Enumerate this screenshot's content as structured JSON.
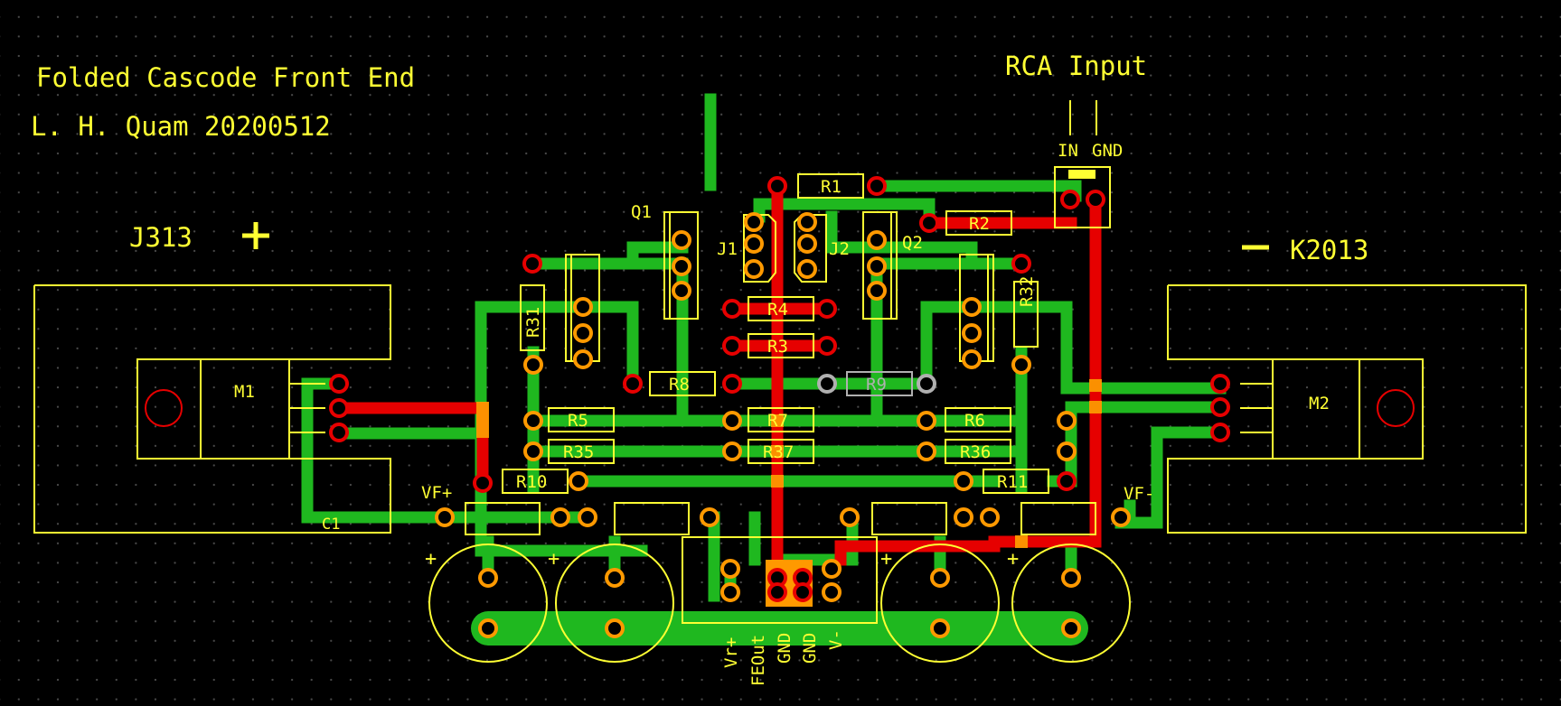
{
  "board": {
    "title": "Folded Cascode Front End",
    "author": "L. H. Quam 20200512",
    "input_label": "RCA Input",
    "input_pins": [
      "IN",
      "GND"
    ],
    "left_device": "J313",
    "right_device": "K2013",
    "plus_sign": "+",
    "minus_sign": "−"
  },
  "parts": {
    "mosfets": [
      "M1",
      "M2"
    ],
    "transistors": [
      "Q1",
      "Q2"
    ],
    "jfets": [
      "J1",
      "J2"
    ],
    "resistors": [
      "R1",
      "R2",
      "R3",
      "R4",
      "R5",
      "R6",
      "R7",
      "R8",
      "R9",
      "R10",
      "R11",
      "R31",
      "R32",
      "R35",
      "R36",
      "R37"
    ],
    "capacitor": "C1",
    "cap_plus": "+",
    "rails": [
      "VF+",
      "VF-"
    ]
  },
  "connector": {
    "pins": [
      "Vr+",
      "FEOut",
      "GND",
      "GND",
      "V-"
    ]
  },
  "colors": {
    "background": "#000000",
    "silkscreen": "#ffff33",
    "top_copper": "#e60000",
    "bottom_copper": "#1fb81f",
    "pad_ring": "#ff9900",
    "drill": "#000000"
  }
}
